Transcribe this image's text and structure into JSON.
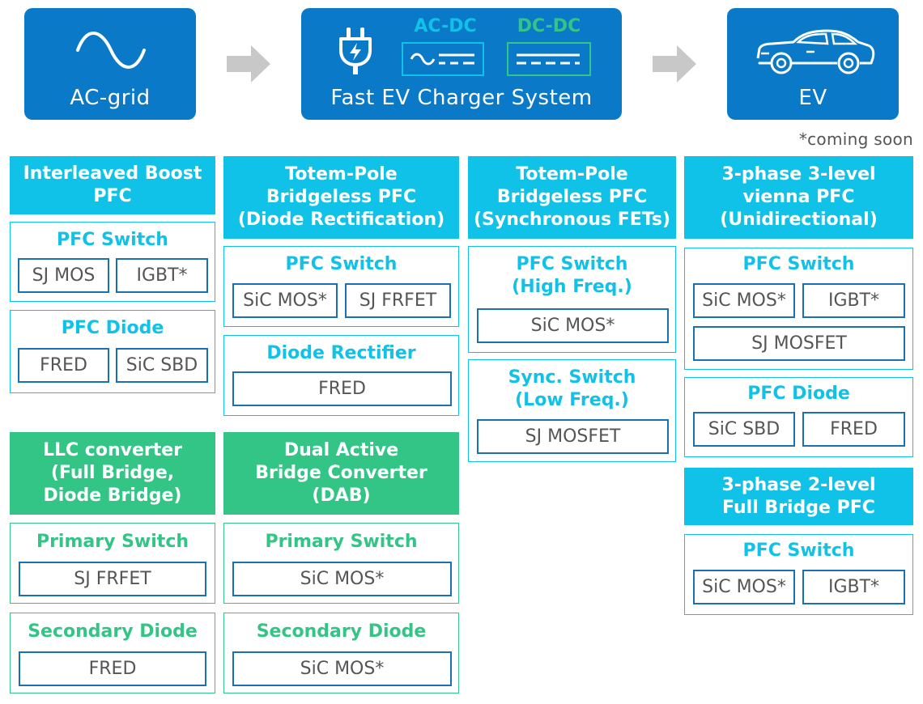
{
  "flow": {
    "ac_grid": "AC-grid",
    "charger": "Fast EV Charger System",
    "acdc": "AC-DC",
    "dcdc": "DC-DC",
    "ev": "EV",
    "colors": {
      "box": "#0a79c7",
      "acdc": "#10c2e8",
      "dcdc": "#33c585",
      "arrow": "#c8c8c8"
    }
  },
  "note": "*coming soon",
  "columns": [
    {
      "header": "Interleaved Boost\nPFC",
      "panels": [
        {
          "title": "PFC Switch",
          "chips": [
            "SJ MOS",
            "IGBT*"
          ]
        },
        {
          "title": "PFC Diode",
          "chips": [
            "FRED",
            "SiC SBD"
          ]
        }
      ]
    },
    {
      "header": "Totem-Pole\nBridgeless PFC\n(Diode Rectification)",
      "panels": [
        {
          "title": "PFC Switch",
          "chips": [
            "SiC MOS*",
            "SJ FRFET"
          ]
        },
        {
          "title": "Diode Rectifier",
          "chips": [
            "FRED"
          ]
        }
      ]
    },
    {
      "header": "Totem-Pole\nBridgeless PFC\n(Synchronous FETs)",
      "panels": [
        {
          "title": "PFC Switch\n(High Freq.)",
          "chips": [
            "SiC MOS*"
          ]
        },
        {
          "title": "Sync. Switch\n(Low Freq.)",
          "chips": [
            "SJ MOSFET"
          ]
        }
      ]
    },
    {
      "header": "3-phase 3-level\nvienna PFC\n(Unidirectional)",
      "panels": [
        {
          "title": "PFC Switch",
          "chips": [
            "SiC MOS*",
            "IGBT*",
            "SJ MOSFET"
          ]
        },
        {
          "title": "PFC Diode",
          "chips": [
            "SiC SBD",
            "FRED"
          ]
        }
      ]
    }
  ],
  "lower": [
    {
      "header": "LLC converter\n(Full Bridge,\nDiode Bridge)",
      "panels": [
        {
          "title": "Primary Switch",
          "chips": [
            "SJ FRFET"
          ]
        },
        {
          "title": "Secondary Diode",
          "chips": [
            "FRED"
          ]
        }
      ]
    },
    {
      "header": "Dual Active\nBridge Converter\n(DAB)",
      "panels": [
        {
          "title": "Primary Switch",
          "chips": [
            "SiC MOS*"
          ]
        },
        {
          "title": "Secondary Diode",
          "chips": [
            "SiC MOS*"
          ]
        }
      ]
    },
    {
      "header": "3-phase 2-level\nFull Bridge PFC",
      "panels": [
        {
          "title": "PFC Switch",
          "chips": [
            "SiC MOS*",
            "IGBT*"
          ]
        }
      ]
    }
  ]
}
